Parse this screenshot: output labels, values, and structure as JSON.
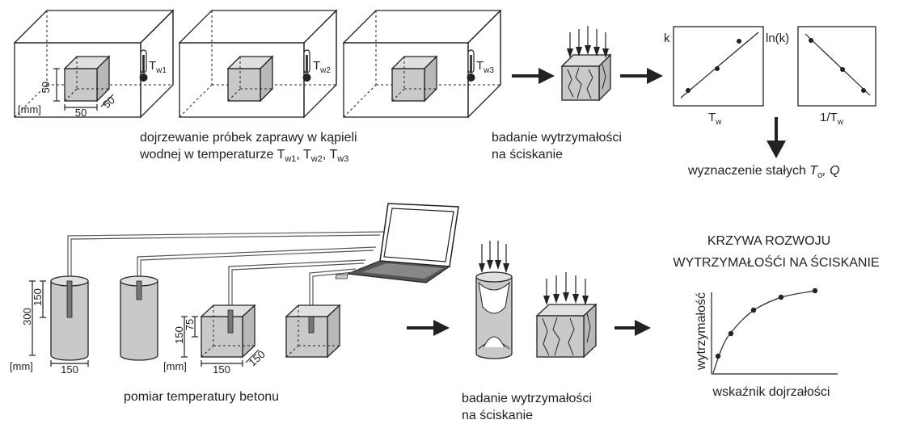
{
  "top": {
    "thermometers": [
      "T",
      "T",
      "T"
    ],
    "thermo_subs": [
      "w1",
      "w2",
      "w3"
    ],
    "cube_dims": {
      "height": "50",
      "width": "50",
      "depth": "50",
      "unit": "[mm]"
    },
    "caption_curing_line1": "dojrzewanie próbek zaprawy w kąpieli",
    "caption_curing_line2_prefix": "wodnej w temperaturze T",
    "caption_curing_subs": [
      "w1",
      "w2",
      "w3"
    ],
    "caption_test_line1": "badanie wytrzymałości",
    "caption_test_line2": "na ściskanie",
    "plot1": {
      "ylabel": "k",
      "xlabel": "T",
      "xlabel_sub": "w"
    },
    "plot2": {
      "ylabel": "ln(k)",
      "xlabel": "1/T",
      "xlabel_sub": "w"
    },
    "determination_prefix": "wyznaczenie stałych ",
    "determination_vars": "T",
    "determination_sub": "o",
    "determination_suffix": ", Q"
  },
  "bottom": {
    "cyl_dims": {
      "height": "300",
      "sensor_depth": "150",
      "diameter": "150",
      "unit": "[mm]"
    },
    "cube_dims": {
      "height": "150",
      "sensor_depth": "75",
      "width": "150",
      "depth": "150",
      "unit": "[mm]"
    },
    "caption_measure": "pomiar temperatury betonu",
    "caption_test_line1": "badanie wytrzymałości",
    "caption_test_line2": "na ściskanie",
    "curve_title_line1": "KRZYWA ROZWOJU",
    "curve_title_line2": "WYTRZYMAŁOŚĆI NA ŚCISKANIE",
    "curve_ylabel": "wytrzymałość",
    "curve_xlabel": "wskaźnik dojrzałości"
  },
  "chart_data": [
    {
      "type": "scatter",
      "title": "",
      "xlabel": "T_w",
      "ylabel": "k",
      "x": [
        1,
        2,
        3
      ],
      "y": [
        1,
        2,
        3
      ],
      "trend": "linear-increasing"
    },
    {
      "type": "scatter",
      "title": "",
      "xlabel": "1/T_w",
      "ylabel": "ln(k)",
      "x": [
        1,
        2,
        3
      ],
      "y": [
        3,
        2,
        1
      ],
      "trend": "linear-decreasing"
    },
    {
      "type": "line",
      "title": "KRZYWA ROZWOJU WYTRZYMAŁOŚĆI NA ŚCISKANIE",
      "xlabel": "wskaźnik dojrzałości",
      "ylabel": "wytrzymałość",
      "x": [
        1,
        2,
        3,
        4,
        5
      ],
      "y": [
        1,
        2.3,
        3.3,
        3.9,
        4.1
      ]
    }
  ]
}
